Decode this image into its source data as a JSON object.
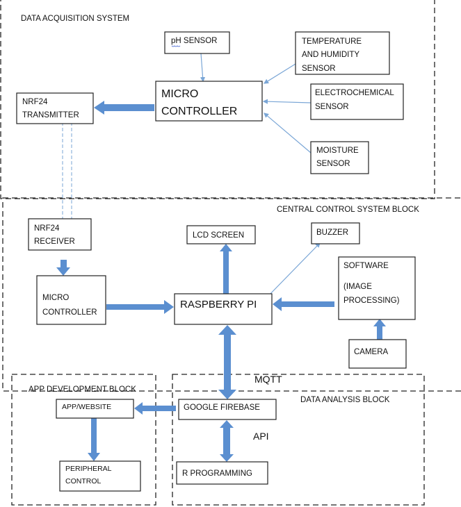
{
  "blocks": {
    "acquisition": "DATA ACQUISITION SYSTEM",
    "central": "CENTRAL CONTROL SYSTEM BLOCK",
    "app": "APP DEVELOPMENT BLOCK",
    "analysis": "DATA ANALYSIS BLOCK"
  },
  "nodes": {
    "ph": "pH SENSOR",
    "temp": [
      "TEMPERATURE",
      "AND HUMIDITY",
      "SENSOR"
    ],
    "mc1": [
      "MICRO",
      "CONTROLLER"
    ],
    "nrf_tx": [
      "NRF24",
      "TRANSMITTER"
    ],
    "electro": [
      "ELECTROCHEMICAL",
      "SENSOR"
    ],
    "moisture": [
      "MOISTURE",
      "SENSOR"
    ],
    "nrf_rx": [
      "NRF24",
      "RECEIVER"
    ],
    "lcd": "LCD SCREEN",
    "buzzer": "BUZZER",
    "software": [
      "SOFTWARE",
      "(IMAGE",
      "PROCESSING)"
    ],
    "mc2": [
      "MICRO",
      "CONTROLLER"
    ],
    "rpi": "RASPBERRY PI",
    "camera": "CAMERA",
    "app": "APP/WEBSITE",
    "firebase": "GOOGLE FIREBASE",
    "r": "R PROGRAMMING",
    "peripheral": [
      "PERIPHERAL",
      "CONTROL"
    ]
  },
  "edge_labels": {
    "mqtt": "MQTT",
    "api": "API"
  },
  "colors": {
    "arrow": "#5b8fd0",
    "thin_arrow": "#7aa6d6"
  }
}
